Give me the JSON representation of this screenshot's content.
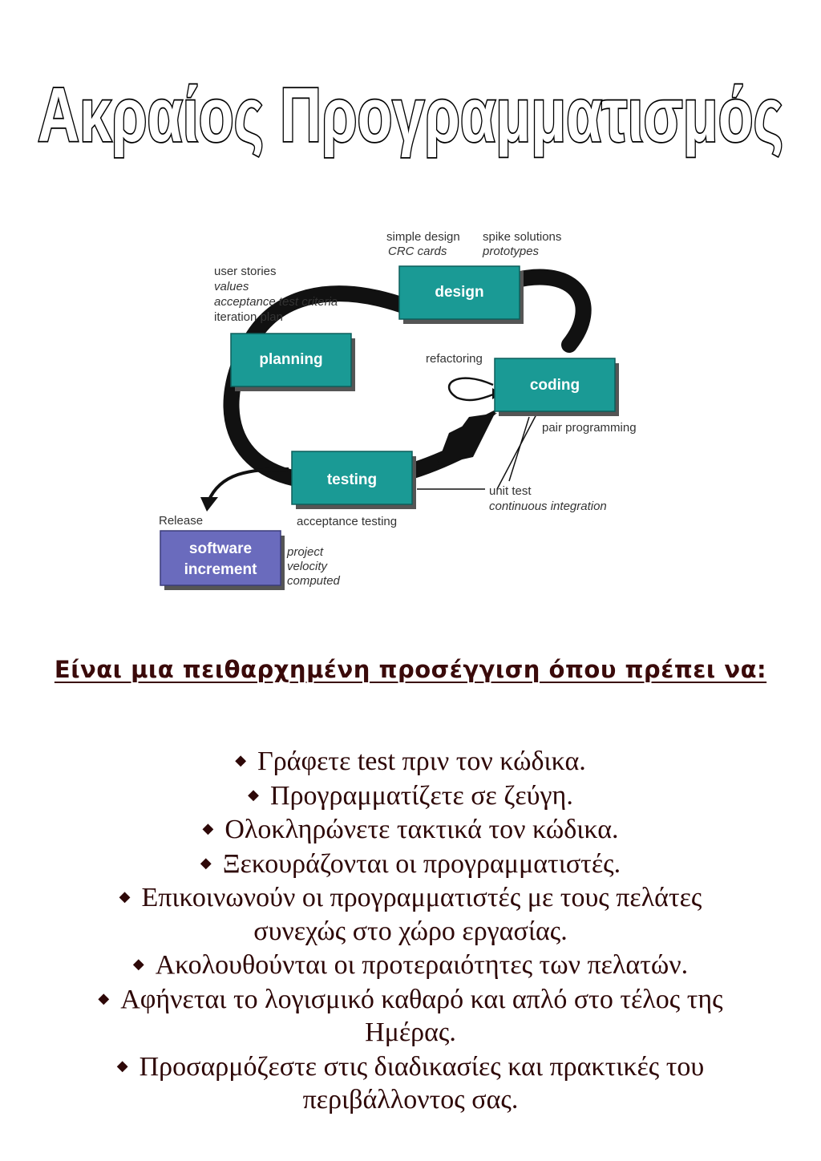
{
  "title": "Ακραίος Προγραμματισμός",
  "diagram": {
    "boxes": {
      "design": "design",
      "planning": "planning",
      "coding": "coding",
      "testing": "testing",
      "increment_line1": "software",
      "increment_line2": "increment"
    },
    "notes": {
      "design_left_1": "simple design",
      "design_left_2": "CRC cards",
      "design_right_1": "spike solutions",
      "design_right_2": "prototypes",
      "planning_1": "user stories",
      "planning_2": "values",
      "planning_3": "acceptance test criteria",
      "planning_4": "iteration plan",
      "refactoring": "refactoring",
      "pair_programming": "pair programming",
      "unit_test": "unit test",
      "continuous_integration": "continuous integration",
      "acceptance_testing": "acceptance testing",
      "release": "Release",
      "project_1": "project",
      "project_2": "velocity",
      "project_3": "computed"
    },
    "colors": {
      "box_teal": "#1a9a95",
      "box_increment": "#6a6bbd",
      "arrow": "#111111"
    }
  },
  "intro": "Είναι μια πειθαρχημένη προσέγγιση όπου πρέπει να:",
  "bullets": [
    {
      "line1": "Γράφετε test πριν τον κώδικα."
    },
    {
      "line1": "Προγραμματίζετε σε ζεύγη."
    },
    {
      "line1": "Ολοκληρώνετε τακτικά τον κώδικα."
    },
    {
      "line1": "Ξεκουράζονται οι προγραμματιστές."
    },
    {
      "line1": "Επικοινωνούν οι προγραμματιστές με τους πελάτες",
      "line2": "συνεχώς στο χώρο εργασίας."
    },
    {
      "line1": "Ακολουθούνται οι προτεραιότητες των πελατών."
    },
    {
      "line1": "Αφήνεται το λογισμικό καθαρό και απλό στο τέλος της",
      "line2": "Ημέρας."
    },
    {
      "line1": "Προσαρμόζεστε στις διαδικασίες και πρακτικές του",
      "line2": "περιβάλλοντος σας."
    }
  ],
  "bullet_symbol": "◆"
}
